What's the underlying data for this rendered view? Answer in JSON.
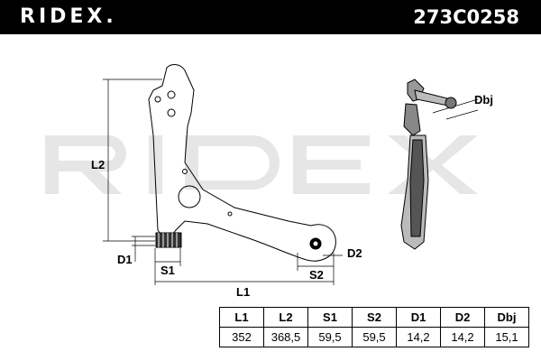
{
  "header": {
    "brand": "RIDEX.",
    "part_number": "273C0258"
  },
  "watermark": {
    "text": "RIDEX"
  },
  "drawing": {
    "labels": {
      "L1": "L1",
      "L2": "L2",
      "S1": "S1",
      "S2": "S2",
      "D1": "D1",
      "D2": "D2",
      "Dbj": "Dbj"
    }
  },
  "dimensions_table": {
    "headers": [
      "L1",
      "L2",
      "S1",
      "S2",
      "D1",
      "D2",
      "Dbj"
    ],
    "values": [
      "352",
      "368,5",
      "59,5",
      "59,5",
      "14,2",
      "14,2",
      "15,1"
    ]
  }
}
